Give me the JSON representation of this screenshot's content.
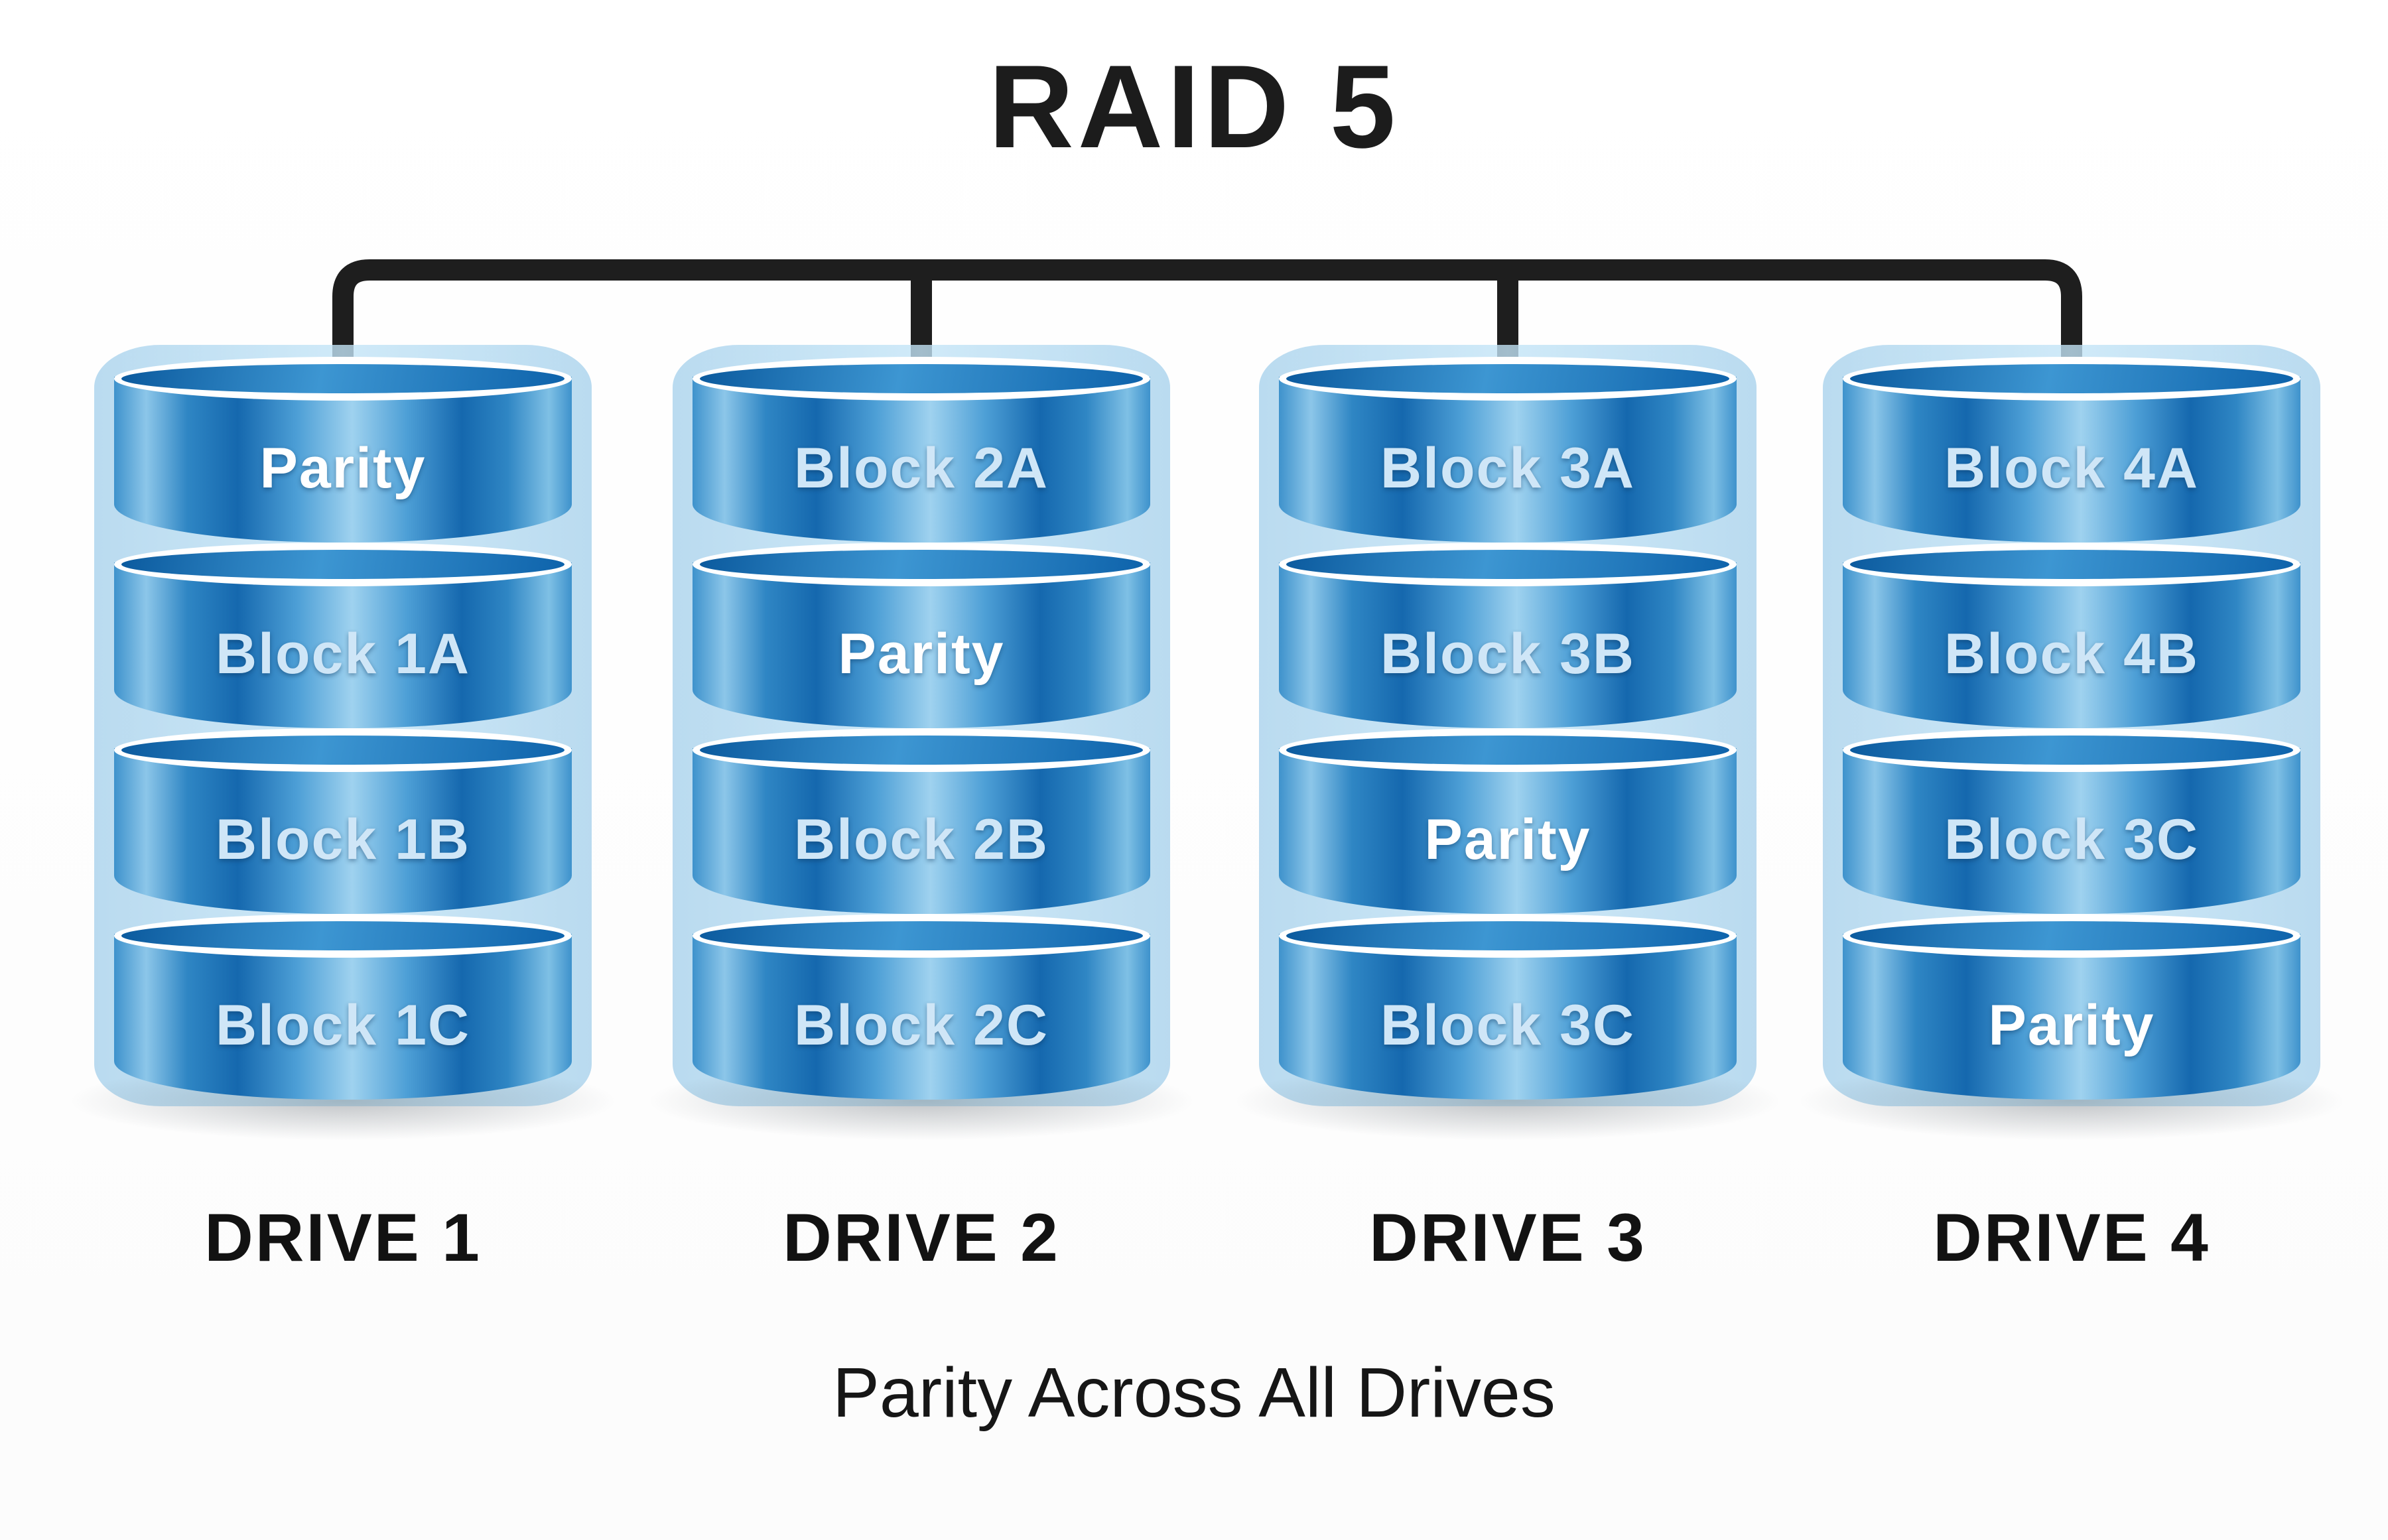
{
  "title": "RAID 5",
  "caption": "Parity Across All Drives",
  "drives": [
    {
      "name": "DRIVE 1",
      "segments": [
        "Parity",
        "Block 1A",
        "Block 1B",
        "Block 1C"
      ]
    },
    {
      "name": "DRIVE 2",
      "segments": [
        "Block 2A",
        "Parity",
        "Block 2B",
        "Block 2C"
      ]
    },
    {
      "name": "DRIVE 3",
      "segments": [
        "Block 3A",
        "Block 3B",
        "Parity",
        "Block 3C"
      ]
    },
    {
      "name": "DRIVE 4",
      "segments": [
        "Block 4A",
        "Block 4B",
        "Block 3C",
        "Parity"
      ]
    }
  ],
  "colors": {
    "cylinder_blue": "#1568ae",
    "cylinder_highlight": "#9fd2ef",
    "backdrop_blue": "#bfe1f5",
    "rim_white": "#ffffff",
    "block_text": "#cfe6f7",
    "parity_text": "#ffffff",
    "bus_line": "#1e1e1e",
    "text_black": "#1c1c1c"
  }
}
